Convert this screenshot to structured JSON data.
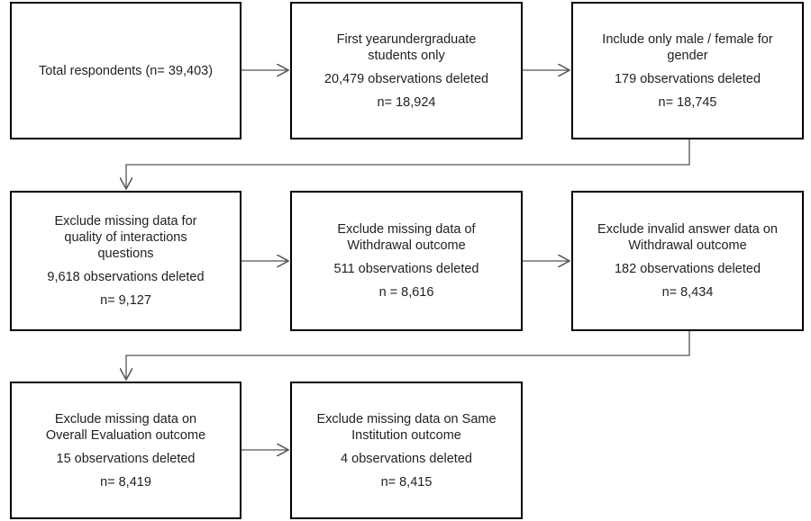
{
  "boxes": {
    "b1": {
      "lines": [
        "Total respondents (n= 39,403)"
      ]
    },
    "b2": {
      "title": "First yearundergraduate\nstudents only",
      "deleted": "20,479 observations deleted",
      "n": "n= 18,924"
    },
    "b3": {
      "title": "Include only male / female for\ngender",
      "deleted": "179 observations deleted",
      "n": "n= 18,745"
    },
    "b4": {
      "title": "Exclude missing data for\nquality of interactions\nquestions",
      "deleted": "9,618 observations deleted",
      "n": "n= 9,127"
    },
    "b5": {
      "title": "Exclude missing data of\nWithdrawal outcome",
      "deleted": "511 observations deleted",
      "n": "n = 8,616"
    },
    "b6": {
      "title": "Exclude invalid answer data on\nWithdrawal outcome",
      "deleted": "182 observations deleted",
      "n": "n= 8,434"
    },
    "b7": {
      "title": "Exclude missing data on\nOverall Evaluation outcome",
      "deleted": "15 observations deleted",
      "n": "n= 8,419"
    },
    "b8": {
      "title": "Exclude missing data on Same\nInstitution outcome",
      "deleted": "4 observations deleted",
      "n": "n= 8,415"
    }
  }
}
